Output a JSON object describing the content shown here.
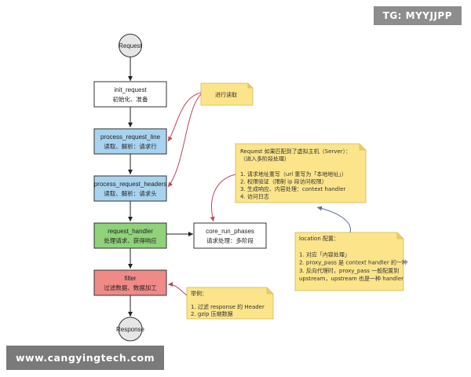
{
  "nodes": {
    "request": "Request",
    "init_request": {
      "title": "init_request",
      "subtitle": "初始化、准备"
    },
    "process_request_line": {
      "title": "process_request_line",
      "subtitle": "读取、解析：请求行"
    },
    "process_request_headers": {
      "title": "process_request_headers",
      "subtitle": "读取、解析：请求头"
    },
    "request_handler": {
      "title": "request_handler",
      "subtitle": "处理请求、获得响应"
    },
    "core_run_phases": {
      "title": "core_run_phases",
      "subtitle": "请求处理：多阶段"
    },
    "filter": {
      "title": "filter",
      "subtitle": "过滤数据、数据加工"
    },
    "response": "Response"
  },
  "notes": {
    "read_note": "进行读取",
    "server_note": [
      "Request 如果匹配到了虚拟主机（Server）：",
      "（进入多阶段处理）",
      "",
      "1. 请求地址重写（url 重写为「本地地址」）",
      "2. 权限验证（限制 ip 段访问权限）",
      "3. 生成响应、内容处理：context handler",
      "4. 访问日志"
    ],
    "location_note": [
      "location 配置：",
      "",
      "1. 对应「内容处理」",
      "2. proxy_pass 是 context handler 的一种",
      "3. 反向代理时，proxy_pass 一般配置到",
      "upstream，upstream 也是一种 handler"
    ],
    "filter_note": [
      "举例：",
      "",
      "1. 过滤 response 的 Header",
      "2. gzip 压缩数据"
    ]
  },
  "watermarks": {
    "top": "TG: MYYJJPP",
    "bottom": "www.cangyingtech.com"
  },
  "colors": {
    "request_circle": "#e6e6e6",
    "init_fill": "#ffffff",
    "blue_fill": "#a8d3ef",
    "green_fill": "#8fd27a",
    "red_fill": "#f08a86",
    "note_fill": "#fce48a",
    "red_arrow": "#b54a5a",
    "blue_arrow": "#5c6f9a"
  }
}
